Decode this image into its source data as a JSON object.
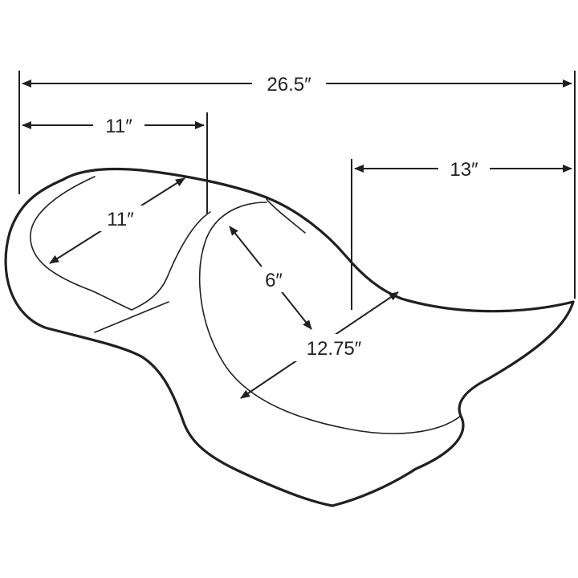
{
  "colors": {
    "ink": "#231f20",
    "background": "#ffffff"
  },
  "diagram": {
    "subject": "motorcycle-seat-line-drawing",
    "dimensions": {
      "overall_length": "26.5″",
      "driver_seat_length": "11″",
      "driver_seat_width": "11″",
      "passenger_section_length": "13″",
      "seat_depth": "6″",
      "seat_width": "12.75″"
    }
  }
}
